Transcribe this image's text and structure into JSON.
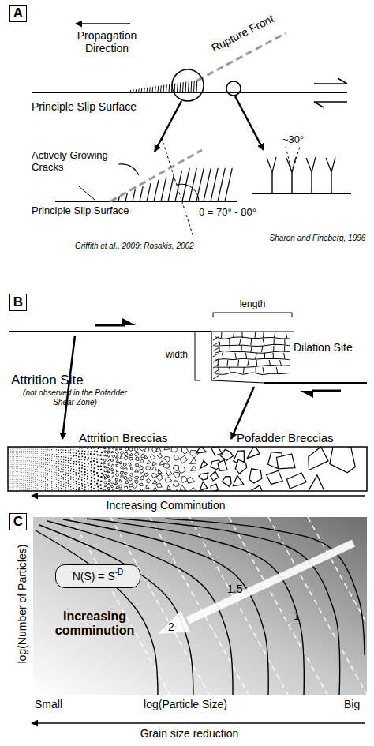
{
  "diagram": {
    "nodes": [
      {
        "text": [
          "A"
        ]
      },
      {
        "text": [
          "B"
        ]
      },
      {
        "text": [
          "C"
        ]
      },
      {
        "text": [
          "N(S) = S",
          "-D"
        ]
      }
    ],
    "labels": [
      "Propagation Direction",
      "Rupture Front",
      "Principle Slip Surface",
      "Actively Growing Cracks",
      "Principle Slip Surface",
      "θ = 70° - 80°",
      "Griffith et al., 2009; Rosakis, 2002",
      "~30°",
      "Sharon and Fineberg, 1996",
      "length",
      "width",
      "Dilation Site",
      "Attrition Site",
      "(not observed in the Pofadder Shear Zone)",
      "Attrition Breccias",
      "Pofadder Breccias",
      "Increasing Comminution",
      "log(Number of Particles)",
      "1",
      "1.5",
      "2",
      "Increasing comminution",
      "Small",
      "log(Particle Size)",
      "Big",
      "Grain size reduction"
    ]
  }
}
